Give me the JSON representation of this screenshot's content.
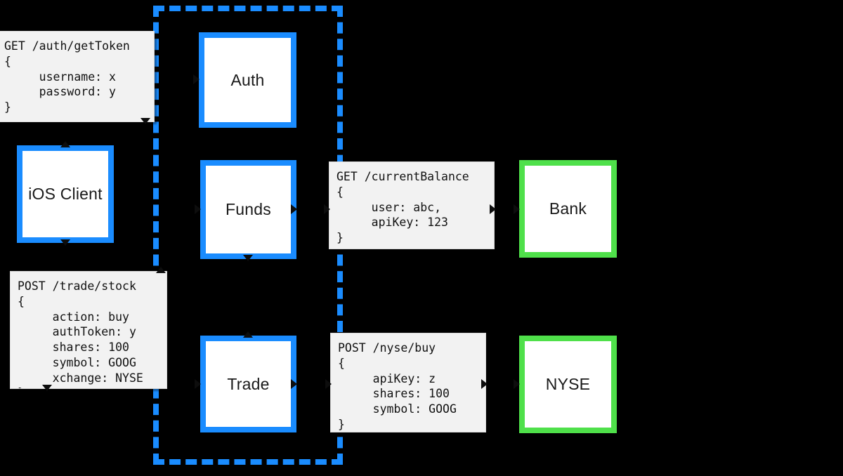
{
  "diagram": {
    "background_color": "#000000",
    "boundary": {
      "name": "trust-boundary",
      "style": "dashed",
      "color": "#1a8cff"
    },
    "colors": {
      "internal_service_border": "#1a8cff",
      "external_service_border": "#4fe04a",
      "note_background": "#f2f2f2",
      "text": "#111111"
    },
    "services": [
      {
        "id": "auth",
        "label": "Auth",
        "kind": "internal"
      },
      {
        "id": "funds",
        "label": "Funds",
        "kind": "internal"
      },
      {
        "id": "trade",
        "label": "Trade",
        "kind": "internal"
      },
      {
        "id": "client",
        "label": "iOS Client",
        "kind": "internal"
      },
      {
        "id": "bank",
        "label": "Bank",
        "kind": "external"
      },
      {
        "id": "nyse",
        "label": "NYSE",
        "kind": "external"
      }
    ],
    "notes": [
      {
        "id": "auth-request",
        "title": "GET /auth/getToken",
        "body": "GET /auth/getToken\n{\n     username: x\n     password: y\n}"
      },
      {
        "id": "balance-request",
        "title": "GET /currentBalance",
        "body": "GET /currentBalance\n{\n     user: abc,\n     apiKey: 123\n}"
      },
      {
        "id": "trade-request",
        "title": "POST /trade/stock",
        "body": "POST /trade/stock\n{\n     action: buy\n     authToken: y\n     shares: 100\n     symbol: GOOG\n     xchange: NYSE\n}"
      },
      {
        "id": "nyse-request",
        "title": "POST /nyse/buy",
        "body": "POST /nyse/buy\n{\n     apiKey: z\n     shares: 100\n     symbol: GOOG\n}"
      }
    ]
  }
}
